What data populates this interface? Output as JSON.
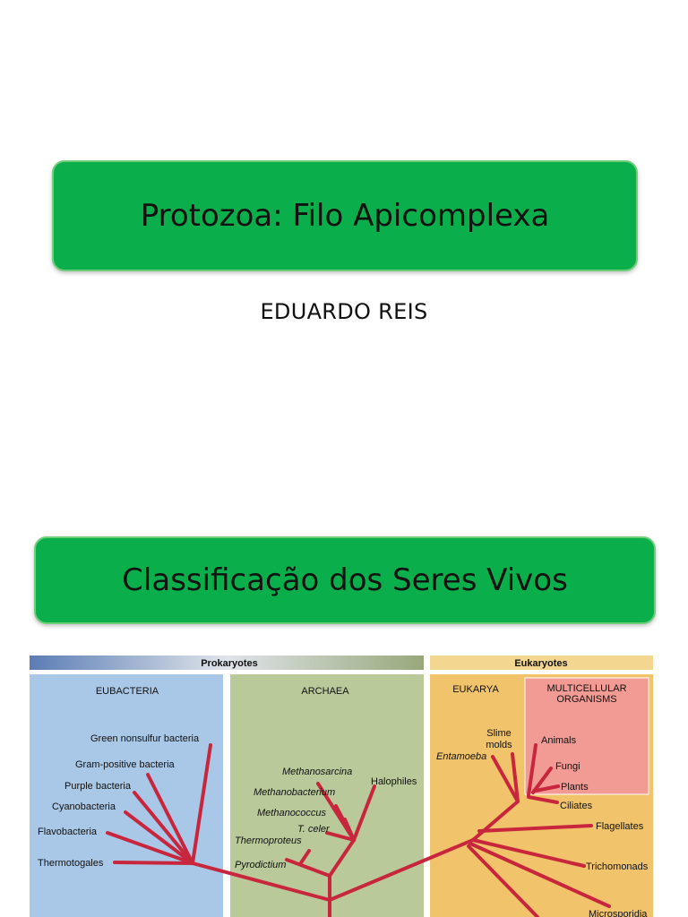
{
  "slide1": {
    "title": "Protozoa: Filo Apicomplexa",
    "author": "EDUARDO REIS"
  },
  "slide2": {
    "title": "Classificação dos Seres Vivos"
  },
  "tree": {
    "prokaryotes": "Prokaryotes",
    "eukaryotes": "Eukaryotes",
    "eubacteria": "EUBACTERIA",
    "archaea": "ARCHAEA",
    "eukarya": "EUKARYA",
    "multicellular_1": "MULTICELLULAR",
    "multicellular_2": "ORGANISMS",
    "eubacteria_taxa": [
      "Green nonsulfur bacteria",
      "Gram-positive bacteria",
      "Purple bacteria",
      "Cyanobacteria",
      "Flavobacteria",
      "Thermotogales"
    ],
    "archaea_taxa": [
      "Methanosarcina",
      "Halophiles",
      "Methanobacterium",
      "Methanococcus",
      "T. celer",
      "Thermoproteus",
      "Pyrodictium"
    ],
    "eukarya_taxa": [
      "Slime",
      "molds",
      "Entamoeba",
      "Animals",
      "Fungi",
      "Plants",
      "Ciliates",
      "Flagellates",
      "Trichomonads",
      "Microsporidia"
    ]
  },
  "colors": {
    "title_box": "#0aae4a",
    "eubacteria_panel": "#a9c8e8",
    "archaea_panel": "#b9c99a",
    "eukarya_panel": "#f1c36a",
    "multicellular_panel": "#f29a94",
    "branch": "#c8263c"
  }
}
